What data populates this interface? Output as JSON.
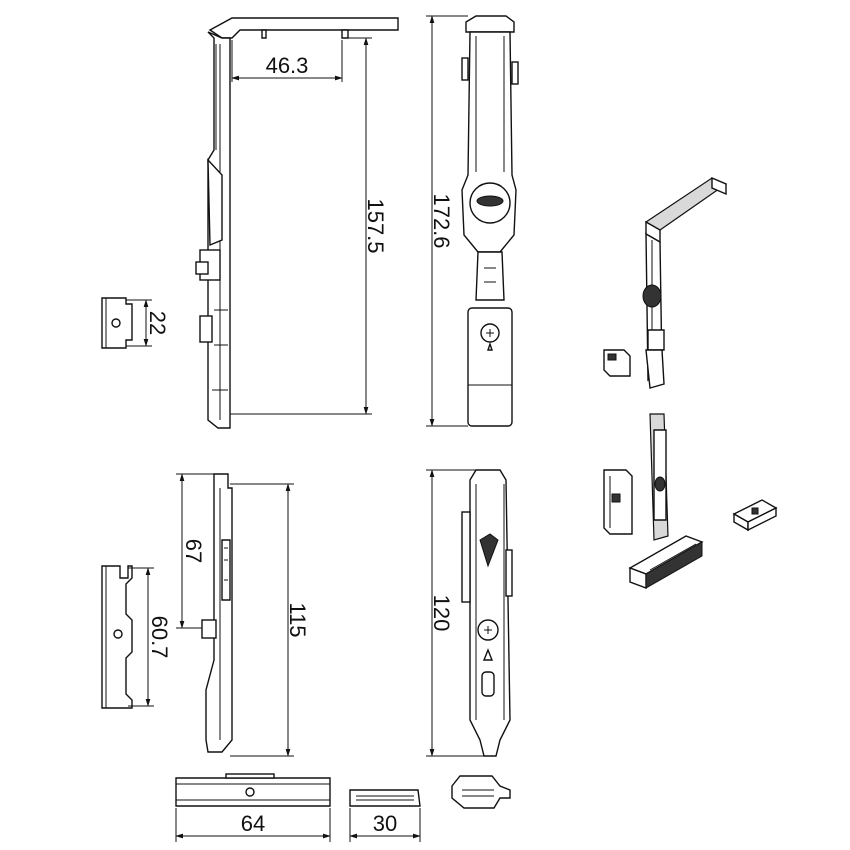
{
  "diagram": {
    "dimensions": {
      "d_46_3": "46.3",
      "d_157_5": "157.5",
      "d_172_6": "172.6",
      "d_22": "22",
      "d_67": "67",
      "d_115": "115",
      "d_120": "120",
      "d_60_7": "60.7",
      "d_64": "64",
      "d_30": "30"
    },
    "colors": {
      "line": "#111111",
      "fill": "#ffffff",
      "shade": "#d9d9d9"
    }
  }
}
